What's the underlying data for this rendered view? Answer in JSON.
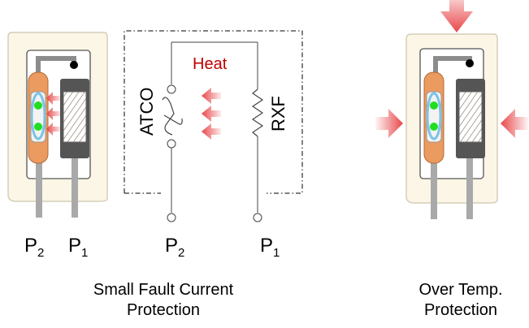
{
  "colors": {
    "heat_text": "#c00000",
    "arrow_red": "#e8474a",
    "fuse_orange": "#eb9a60",
    "dot_green": "#22dd22",
    "housing": "#fbf6e6",
    "resistor_dark": "#555555"
  },
  "left_device": {
    "pin_labels": [
      {
        "main": "P",
        "sub": "2"
      },
      {
        "main": "P",
        "sub": "1"
      }
    ]
  },
  "schematic": {
    "heat_label": "Heat",
    "atco_label": "ATCO",
    "rxf_label": "RXF",
    "terminals": [
      {
        "main": "P",
        "sub": "2"
      },
      {
        "main": "P",
        "sub": "1"
      }
    ],
    "caption_lines": [
      "Small Fault Current",
      "Protection"
    ]
  },
  "right_device": {
    "caption_lines": [
      "Over Temp.",
      "Protection"
    ]
  },
  "icons": [
    "heat-arrow-icon",
    "press-arrow-icon",
    "solder-dot-icon"
  ]
}
